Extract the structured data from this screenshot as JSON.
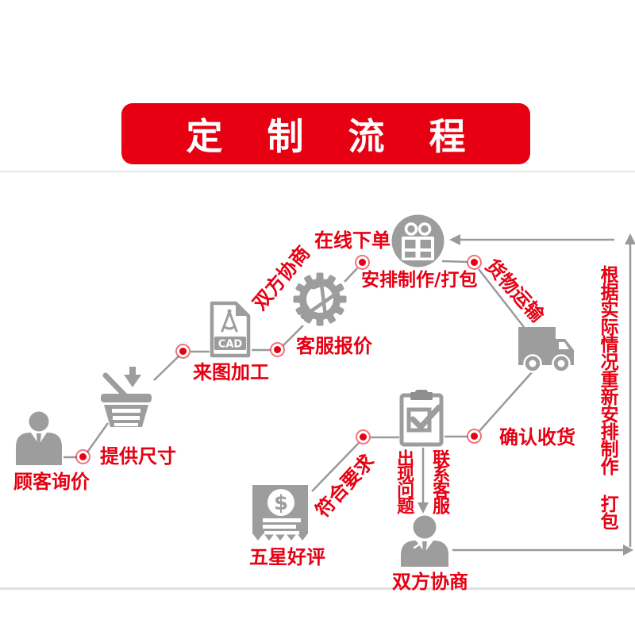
{
  "header": {
    "title": "定 制 流 程"
  },
  "colors": {
    "accent_red": "#e60012",
    "icon_gray": "#9d9d9d",
    "line_gray": "#9a9a9a",
    "divider_gray": "#e7e7e7"
  },
  "flow": {
    "nodes": [
      {
        "key": "customer",
        "icon": "businessman-icon",
        "caption": "顾客询价"
      },
      {
        "key": "basket",
        "icon": "shopping-basket-icon",
        "caption": ""
      },
      {
        "key": "cad_file",
        "icon": "cad-file-icon",
        "caption": "来图加工",
        "badge": "CAD"
      },
      {
        "key": "gear",
        "icon": "gear-tools-icon",
        "caption": "客服报价"
      },
      {
        "key": "gift",
        "icon": "gift-box-icon",
        "caption": "在线下单"
      },
      {
        "key": "truck",
        "icon": "delivery-truck-icon",
        "caption": ""
      },
      {
        "key": "clipboard",
        "icon": "clipboard-check-icon",
        "caption": "确认收货"
      },
      {
        "key": "receipt",
        "icon": "receipt-dollar-icon",
        "caption": "五星好评",
        "glyph": "$"
      },
      {
        "key": "person2",
        "icon": "businessman-icon",
        "caption": "双方协商"
      }
    ],
    "edge_labels": {
      "provide_size": "提供尺寸",
      "negotiate": "双方协商",
      "arrange_pack": "安排制作/打包",
      "transport": "货物运输",
      "meets_requirements": "符合要求",
      "problem": "出现问题",
      "contact_service": "联系客服",
      "redo_note": "根据实际情况重新安排制作 打包"
    }
  }
}
